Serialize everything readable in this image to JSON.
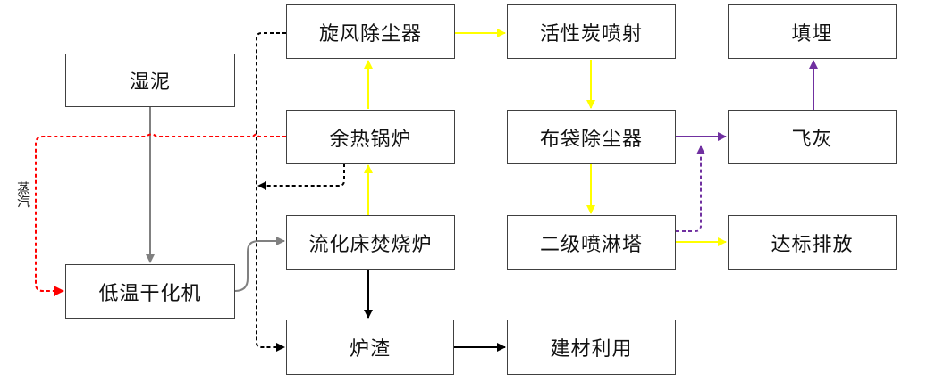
{
  "nodes": {
    "wet_sludge": "湿泥",
    "dryer": "低温干化机",
    "cyclone": "旋风除尘器",
    "boiler": "余热锅炉",
    "incinerator": "流化床焚烧炉",
    "slag": "炉渣",
    "carbon": "活性炭喷射",
    "baghouse": "布袋除尘器",
    "scrubber": "二级喷淋塔",
    "building": "建材利用",
    "landfill": "填埋",
    "fly_ash": "飞灰",
    "discharge": "达标排放"
  },
  "labels": {
    "steam": "蒸汽"
  },
  "colors": {
    "gray": "#808080",
    "yellow": "#ffff00",
    "black": "#000000",
    "purple": "#7030a0",
    "red": "#ff0000"
  }
}
